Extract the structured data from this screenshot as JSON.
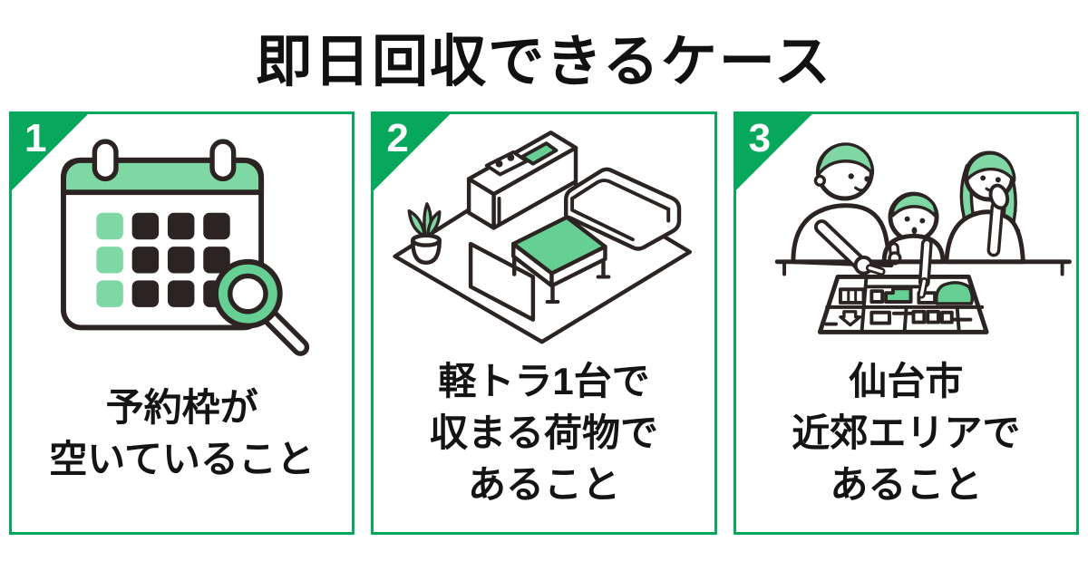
{
  "title": "即日回収できるケース",
  "colors": {
    "accent": "#07a85c",
    "light_green": "#7fd8a4",
    "mid_green": "#66d094",
    "line": "#2b2422",
    "text": "#141414"
  },
  "cards": [
    {
      "number": "1",
      "icon": "calendar-search",
      "lines": [
        "予約枠が",
        "空いていること"
      ]
    },
    {
      "number": "2",
      "icon": "furniture-room",
      "lines": [
        "軽トラ1台で",
        "収まる荷物で",
        "あること"
      ]
    },
    {
      "number": "3",
      "icon": "family-map",
      "lines": [
        "仙台市",
        "近郊エリアで",
        "あること"
      ]
    }
  ]
}
